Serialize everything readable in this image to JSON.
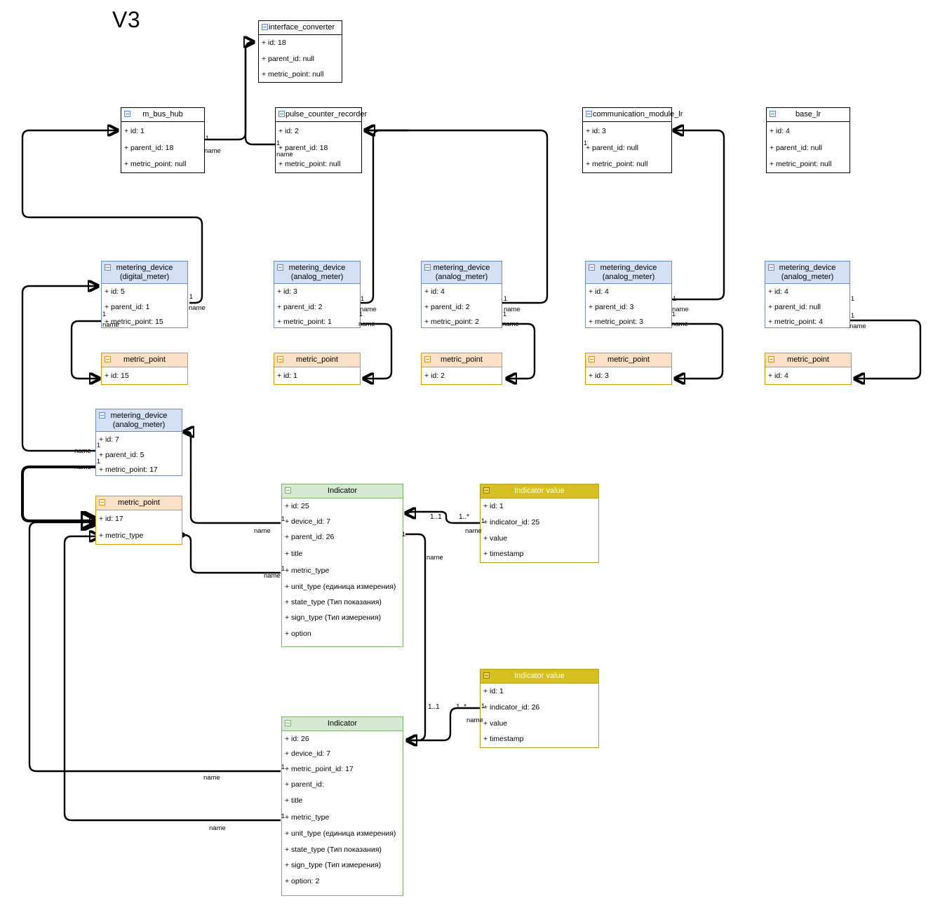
{
  "title": "V3",
  "icons": {
    "collapse": "collapse-minus-icon"
  },
  "colors": {
    "plain_border": "#000000",
    "blue_border": "#6c8ebf",
    "blue_header": "#d4e1f5",
    "orange_border": "#d79b00",
    "orange_header": "#fbe0c8",
    "green_border": "#82b366",
    "green_header": "#d5e8d4",
    "gold_border": "#b5a021",
    "gold_header": "#d6bf20",
    "edge": "#000000"
  },
  "nodes": [
    {
      "id": "interface_converter",
      "title": "interface_converter",
      "subtitle": "",
      "type": "plain",
      "rows": [
        "+ id: 18",
        "+ parent_id: null",
        "+ metric_point: null"
      ]
    },
    {
      "id": "m_bus_hub",
      "title": "m_bus_hub",
      "subtitle": "",
      "type": "plain",
      "rows": [
        "+ id: 1",
        "+ parent_id: 18",
        "+ metric_point: null"
      ]
    },
    {
      "id": "pulse_counter_recorder",
      "title": "pulse_counter_recorder",
      "subtitle": "",
      "type": "plain",
      "rows": [
        "+ id: 2",
        "+ parent_id: 18",
        "+ metric_point: null"
      ]
    },
    {
      "id": "communication_module_lr",
      "title": "communication_module_lr",
      "subtitle": "",
      "type": "plain",
      "rows": [
        "+ id: 3",
        "+ parent_id: null",
        "+ metric_point: null"
      ]
    },
    {
      "id": "base_lr",
      "title": "base_lr",
      "subtitle": "",
      "type": "plain",
      "rows": [
        "+ id: 4",
        "+ parent_id: null",
        "+ metric_point: null"
      ]
    },
    {
      "id": "md_digital_5",
      "title": "metering_device",
      "subtitle": "(digital_meter)",
      "type": "blue",
      "rows": [
        "+ id: 5",
        "+ parent_id: 1",
        "+ metric_point: 15"
      ]
    },
    {
      "id": "md_analog_3",
      "title": "metering_device",
      "subtitle": "(analog_meter)",
      "type": "blue",
      "rows": [
        "+ id: 3",
        "+ parent_id: 2",
        "+ metric_point: 1"
      ]
    },
    {
      "id": "md_analog_4a",
      "title": "metering_device",
      "subtitle": "(analog_meter)",
      "type": "blue",
      "rows": [
        "+ id: 4",
        "+ parent_id: 2",
        "+ metric_point: 2"
      ]
    },
    {
      "id": "md_analog_4b",
      "title": "metering_device",
      "subtitle": "(analog_meter)",
      "type": "blue",
      "rows": [
        "+ id: 4",
        "+ parent_id: 3",
        "+ metric_point: 3"
      ]
    },
    {
      "id": "md_analog_4c",
      "title": "metering_device",
      "subtitle": "(analog_meter)",
      "type": "blue",
      "rows": [
        "+ id: 4",
        "+ parent_id: null",
        "+ metric_point: 4"
      ]
    },
    {
      "id": "mp_15",
      "title": "metric_point",
      "subtitle": "",
      "type": "orange",
      "rows": [
        "+ id: 15"
      ]
    },
    {
      "id": "mp_1",
      "title": "metric_point",
      "subtitle": "",
      "type": "orange",
      "rows": [
        "+ id: 1"
      ]
    },
    {
      "id": "mp_2",
      "title": "metric_point",
      "subtitle": "",
      "type": "orange",
      "rows": [
        "+ id: 2"
      ]
    },
    {
      "id": "mp_3",
      "title": "metric_point",
      "subtitle": "",
      "type": "orange",
      "rows": [
        "+ id: 3"
      ]
    },
    {
      "id": "mp_4",
      "title": "metric_point",
      "subtitle": "",
      "type": "orange",
      "rows": [
        "+ id: 4"
      ]
    },
    {
      "id": "md_analog_7",
      "title": "metering_device",
      "subtitle": "(analog_meter)",
      "type": "blue",
      "rows": [
        "+ id: 7",
        "+ parent_id: 5",
        "+ metric_point: 17"
      ]
    },
    {
      "id": "mp_17",
      "title": "metric_point",
      "subtitle": "",
      "type": "orange",
      "rows": [
        "+ id: 17",
        "+ metric_type"
      ]
    },
    {
      "id": "indicator_25",
      "title": "Indicator",
      "subtitle": "",
      "type": "green",
      "rows": [
        "+ id: 25",
        "+ device_id: 7",
        "+ parent_id: 26",
        "+ title",
        "+ metric_type",
        "+ unit_type (единица измерения)",
        "+ state_type (Тип показания)",
        "+ sign_type (Тип измерения)",
        "+ option"
      ]
    },
    {
      "id": "indicator_26",
      "title": "Indicator",
      "subtitle": "",
      "type": "green",
      "rows": [
        "+ id: 26",
        "+ device_id: 7",
        "+ metric_point_id: 17",
        "+ parent_id:",
        "+ title",
        "+ metric_type",
        "+ unit_type (единица измерения)",
        "+ state_type (Тип показания)",
        "+ sign_type (Тип измерения)",
        "+ option: 2"
      ]
    },
    {
      "id": "indicator_value_25",
      "title": "Indicator value",
      "subtitle": "",
      "type": "gold",
      "rows": [
        "+ id: 1",
        "+ indicator_id: 25",
        "+ value",
        "+ timestamp"
      ]
    },
    {
      "id": "indicator_value_26",
      "title": "Indicator value",
      "subtitle": "",
      "type": "gold",
      "rows": [
        "+ id: 1",
        "+ indicator_id: 26",
        "+ value",
        "+ timestamp"
      ]
    }
  ],
  "edge_labels": [
    {
      "id": "el-1",
      "text": "name"
    },
    {
      "id": "el-2",
      "text": "name"
    },
    {
      "id": "el-3",
      "text": "name"
    },
    {
      "id": "el-4",
      "text": "name"
    },
    {
      "id": "el-5",
      "text": "name"
    },
    {
      "id": "el-6",
      "text": "name"
    },
    {
      "id": "el-7",
      "text": "name"
    },
    {
      "id": "el-8",
      "text": "name"
    },
    {
      "id": "el-9",
      "text": "name"
    },
    {
      "id": "el-10",
      "text": "name"
    },
    {
      "id": "el-11",
      "text": "name"
    },
    {
      "id": "el-12",
      "text": "name"
    },
    {
      "id": "el-13",
      "text": "name"
    },
    {
      "id": "el-14",
      "text": "name"
    },
    {
      "id": "el-15",
      "text": "name"
    },
    {
      "id": "el-16",
      "text": "name"
    },
    {
      "id": "el-17",
      "text": "name"
    },
    {
      "id": "el-18",
      "text": "name"
    },
    {
      "id": "el-19",
      "text": "name"
    },
    {
      "id": "el-20",
      "text": "name"
    }
  ],
  "multiplicities": {
    "one": "1",
    "one_one": "1..1",
    "one_many": "1..*"
  }
}
